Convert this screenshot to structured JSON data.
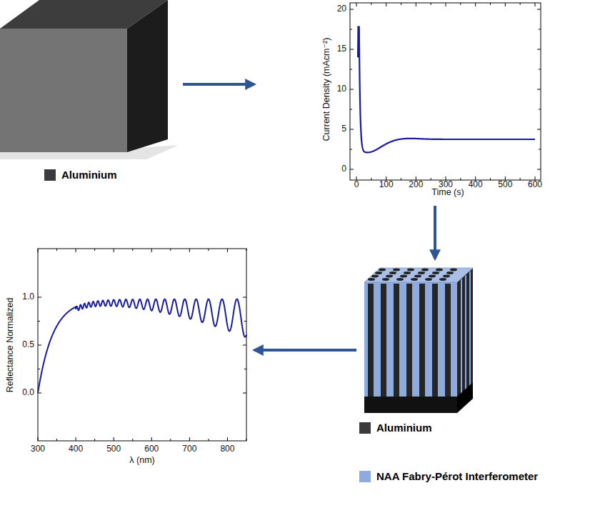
{
  "diagram": {
    "nodes": [
      {
        "text": []
      },
      {
        "text": [
          "Current Density (mAcm⁻²)",
          "Time (s)",
          "0",
          "5",
          "10",
          "15",
          "20",
          "0",
          "100",
          "200",
          "300",
          "400",
          "500",
          "600"
        ]
      },
      {
        "text": []
      },
      {
        "text": [
          "Reflectance Normalized",
          "λ (nm)",
          "0.0",
          "0.5",
          "1.0",
          "300",
          "400",
          "500",
          "600",
          "700",
          "800"
        ]
      }
    ],
    "edges": [
      {
        "from": 0,
        "to": 1,
        "arrow": "to"
      },
      {
        "from": 1,
        "to": 2,
        "arrow": "to"
      },
      {
        "from": 2,
        "to": 3,
        "arrow": "to"
      }
    ],
    "legend": [
      {
        "text": "Aluminium",
        "color": "#3b3b3b"
      },
      {
        "text": "Aluminium",
        "color": "#3b3b3b"
      },
      {
        "text": "NAA Fabry-Pérot Interferometer",
        "color": "#8faadc"
      }
    ]
  }
}
